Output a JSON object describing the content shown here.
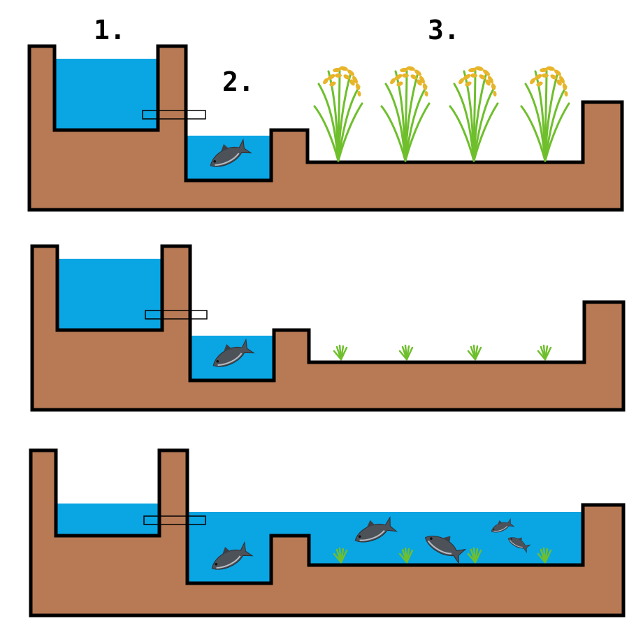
{
  "labels": {
    "reservoir": "1.",
    "fish_pond": "2.",
    "rice_field": "3."
  },
  "colors": {
    "earth": "#b87a55",
    "water": "#0aa5e3",
    "outline": "#000000",
    "fish": "#4d5158",
    "fish_light": "#b8bcc4",
    "rice_stem": "#6fbf2d",
    "rice_grain": "#e8b52a"
  },
  "panels": [
    {
      "stage": "mature-rice",
      "rice": "tall",
      "field_flooded": false,
      "fish_in_field": 0
    },
    {
      "stage": "seedlings",
      "rice": "seedling",
      "field_flooded": false,
      "fish_in_field": 0
    },
    {
      "stage": "flooded",
      "rice": "seedling",
      "field_flooded": true,
      "fish_in_field": 4
    }
  ]
}
